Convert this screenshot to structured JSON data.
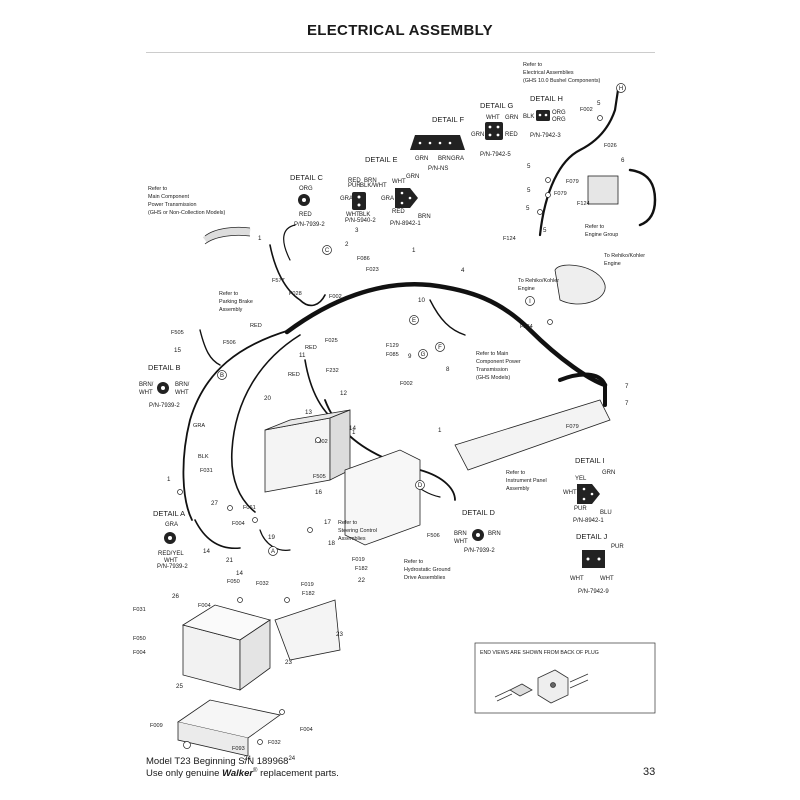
{
  "title": "ELECTRICAL ASSEMBLY",
  "footer": {
    "model": "Model T23 Beginning S/N 189968",
    "model_sup": "24",
    "use_prefix": "Use only genuine ",
    "brand": "Walker",
    "reg": "®",
    "use_suffix": " replacement parts."
  },
  "page_number": "33",
  "notes": {
    "elec_assemblies": [
      "Refer to",
      "Electrical Assemblies",
      "(GHS 10.0 Bushel Components)"
    ],
    "main_component_top": [
      "Refer to",
      "Main Component",
      "Power Transmission",
      "(GHS or Non-Collection Models)"
    ],
    "parking_brake": [
      "Refer to",
      "Parking Brake",
      "Assembly"
    ],
    "engine_group": [
      "Refer to",
      "Engine Group"
    ],
    "rehiko_top": [
      "To Rehiko/Kohler",
      "Engine"
    ],
    "rehiko_mid": [
      "To Rehiko/Kohler",
      "Engine"
    ],
    "main_component_ghs": [
      "Refer to Main",
      "Component Power",
      "Transmission",
      "(GHS Models)"
    ],
    "instrument_panel": [
      "Refer to",
      "Instrument Panel",
      "Assembly"
    ],
    "steering": [
      "Refer to",
      "Steering Control",
      "Assemblies"
    ],
    "hydrostatic": [
      "Refer to",
      "Hydrostatic Ground",
      "Drive Assemblies"
    ],
    "end_views": "END VIEWS ARE SHOWN FROM BACK OF PLUG"
  },
  "details": {
    "a": {
      "title": "DETAIL A",
      "wires": [
        "GRA",
        "RED/YEL",
        "WHT"
      ],
      "pn": "P/N-7939-2"
    },
    "b": {
      "title": "DETAIL B",
      "wires": [
        "BRN/",
        "WHT",
        "BRN/",
        "WHT"
      ],
      "pn": "P/N-7939-2"
    },
    "c": {
      "title": "DETAIL C",
      "wires": [
        "ORG",
        "RED"
      ],
      "pn": "P/N-7939-2"
    },
    "d": {
      "title": "DETAIL D",
      "wires": [
        "BRN",
        "WHT",
        "BRN"
      ],
      "pn": "P/N-7939-2"
    },
    "e": {
      "title": "DETAIL E",
      "wires": [
        "RED",
        "PUR",
        "BRN",
        "BLK/WHT",
        "GRA",
        "WHT",
        "BLK"
      ],
      "pn": "P/N-5940-2"
    },
    "e2": {
      "wires": [
        "WHT",
        "GRN",
        "GRA",
        "RED",
        "BRN"
      ],
      "pn": "P/N-8942-1"
    },
    "f": {
      "title": "DETAIL F",
      "wires": [
        "GRN",
        "BRN",
        "GRA"
      ],
      "pn": "P/N-NS"
    },
    "g": {
      "title": "DETAIL G",
      "wires": [
        "WHT",
        "GRN",
        "GRN",
        "RED"
      ],
      "pn": "P/N-7942-5"
    },
    "h": {
      "title": "DETAIL H",
      "wires": [
        "BLK",
        "ORG",
        "ORG"
      ],
      "pn": "P/N-7942-3"
    },
    "i": {
      "title": "DETAIL I",
      "wires": [
        "YEL",
        "GRN",
        "WHT",
        "PUR",
        "BLU"
      ],
      "pn": "P/N-8942-1"
    },
    "j": {
      "title": "DETAIL J",
      "wires": [
        "PUR",
        "WHT",
        "WHT"
      ],
      "pn": "P/N-7942-9"
    }
  },
  "callouts": [
    "1",
    "2",
    "3",
    "4",
    "5",
    "6",
    "7",
    "8",
    "9",
    "10",
    "11",
    "12",
    "13",
    "14",
    "15",
    "16",
    "17",
    "18",
    "19",
    "20",
    "21",
    "22",
    "23",
    "24",
    "25",
    "26",
    "27"
  ],
  "part_codes": [
    "F002",
    "F026",
    "F079",
    "F124",
    "F577",
    "F028",
    "F086",
    "F023",
    "F505",
    "F506",
    "F025",
    "F129",
    "F085",
    "F232",
    "F284",
    "F031",
    "F061",
    "F004",
    "F019",
    "F182",
    "F050",
    "F032",
    "F009",
    "F093"
  ],
  "wire_labels": [
    "RED",
    "RED",
    "RED",
    "GRA",
    "BLK",
    "GRA"
  ],
  "detail_letters": [
    "A",
    "B",
    "C",
    "D",
    "E",
    "F",
    "G",
    "H",
    "I"
  ]
}
